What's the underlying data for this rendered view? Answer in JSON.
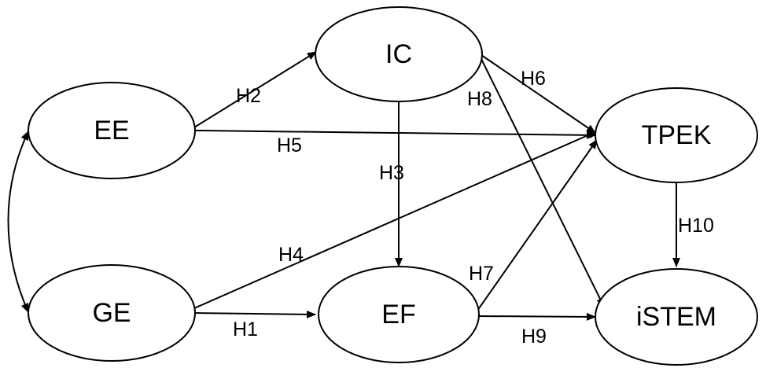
{
  "nodes": [
    {
      "id": "EE",
      "label": "EE"
    },
    {
      "id": "IC",
      "label": "IC"
    },
    {
      "id": "TPEK",
      "label": "TPEK"
    },
    {
      "id": "GE",
      "label": "GE"
    },
    {
      "id": "EF",
      "label": "EF"
    },
    {
      "id": "iSTEM",
      "label": "iSTEM"
    }
  ],
  "edges": [
    {
      "from": "EE",
      "to": "GE",
      "label": "",
      "bidirectional": true
    },
    {
      "from": "GE",
      "to": "EF",
      "label": "H1"
    },
    {
      "from": "EE",
      "to": "IC",
      "label": "H2"
    },
    {
      "from": "IC",
      "to": "EF",
      "label": "H3"
    },
    {
      "from": "GE",
      "to": "TPEK",
      "label": "H4"
    },
    {
      "from": "EE",
      "to": "TPEK",
      "label": "H5"
    },
    {
      "from": "IC",
      "to": "TPEK",
      "label": "H6"
    },
    {
      "from": "EF",
      "to": "TPEK",
      "label": "H7"
    },
    {
      "from": "IC",
      "to": "iSTEM",
      "label": "H8"
    },
    {
      "from": "EF",
      "to": "iSTEM",
      "label": "H9"
    },
    {
      "from": "TPEK",
      "to": "iSTEM",
      "label": "H10"
    }
  ],
  "colors": {
    "stroke": "#000000",
    "fill": "#ffffff",
    "text": "#000000"
  }
}
